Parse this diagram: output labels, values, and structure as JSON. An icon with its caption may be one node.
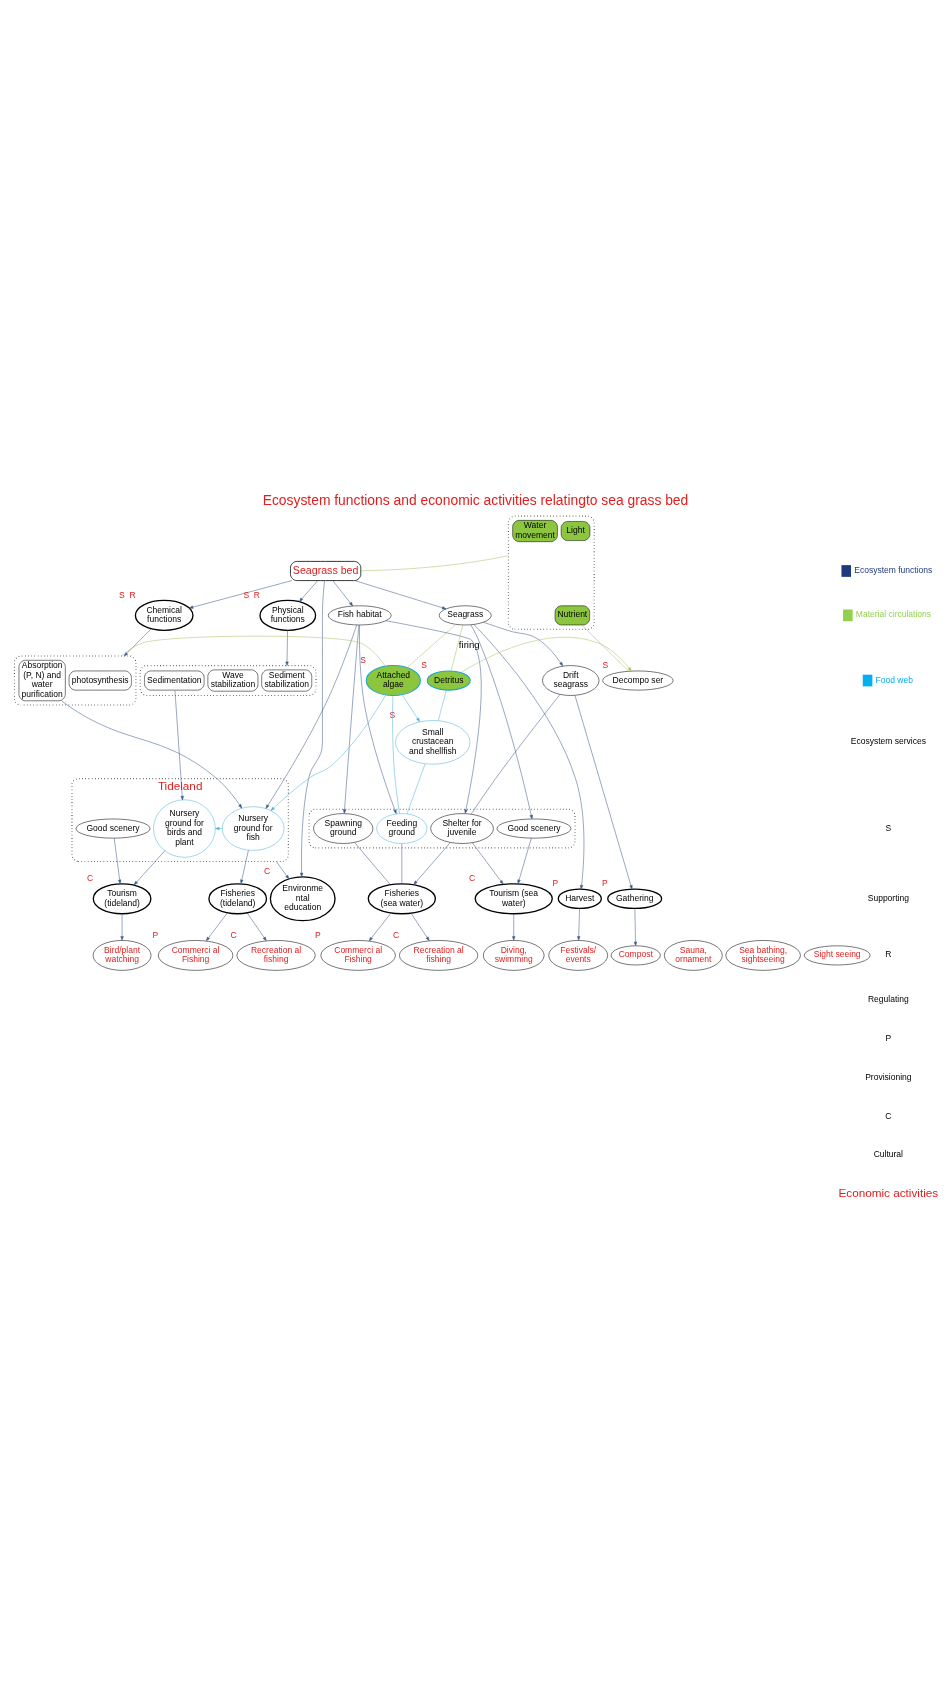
{
  "diagram": {
    "title": "Ecosystem functions and economic activities relatingto sea grass bed",
    "nodes": [
      {
        "text": [
          "Seagrass bed"
        ]
      },
      {
        "text": [
          "Seagrass"
        ]
      },
      {
        "text": [
          "Fish habitat"
        ]
      },
      {
        "text": [
          "Chemical functions"
        ],
        "beside": [
          "S",
          "R"
        ]
      },
      {
        "text": [
          "Physical functions"
        ],
        "beside": [
          "S",
          "R"
        ]
      },
      {
        "text": [],
        "shape": "box"
      },
      {
        "text": [
          "Light"
        ],
        "in": 5
      },
      {
        "text": [
          "Water movement"
        ],
        "in": 5
      },
      {
        "text": [
          "Nutrient"
        ],
        "in": 5
      },
      {
        "text": [
          "Decompo ser"
        ],
        "beside": [
          "S"
        ]
      },
      {
        "text": [
          "Attached algae"
        ],
        "beside": [
          "S"
        ]
      },
      {
        "text": [
          "Detritus"
        ],
        "beside": [
          "S"
        ]
      },
      {
        "text": [
          "Small crustacean and shellfish"
        ],
        "beside": [
          "S"
        ]
      },
      {
        "text": [
          "Drift seagrass"
        ]
      },
      {
        "text": [],
        "shape": "box"
      },
      {
        "text": [
          "photosynthesis"
        ],
        "in": 14
      },
      {
        "text": [
          "Absorption (P, N) and water purification"
        ],
        "in": 14
      },
      {
        "text": [],
        "shape": "box"
      },
      {
        "text": [
          "Sediment stabilization"
        ],
        "in": 17
      },
      {
        "text": [
          "Wave stabilization"
        ],
        "in": 17
      },
      {
        "text": [
          "Sedimentation"
        ],
        "in": 17
      },
      {
        "text": [],
        "shape": "box"
      },
      {
        "text": [
          "Good scenery"
        ],
        "in": 21
      },
      {
        "text": [
          "Spawning ground"
        ],
        "in": 21
      },
      {
        "text": [
          "Feeding ground"
        ],
        "in": 21
      },
      {
        "text": [
          "Shelter for juvenile"
        ],
        "in": 21
      },
      {
        "text": [
          "Tideland"
        ]
      },
      {
        "text": [
          "Nursery ground for fish"
        ],
        "in": 26
      },
      {
        "text": [
          "Nursery ground for birds and plant"
        ],
        "in": 26
      },
      {
        "text": [
          "Good scenery"
        ],
        "in": 26
      },
      {
        "text": [
          "Harvest"
        ],
        "beside": [
          "P"
        ]
      },
      {
        "text": [
          "Gathering"
        ],
        "beside": [
          "P"
        ]
      },
      {
        "text": [
          "Tourism (sea water)"
        ],
        "beside": [
          "C"
        ]
      },
      {
        "text": [
          "Fisheries (sea water)"
        ]
      },
      {
        "text": [
          "Fisheries (tideland)"
        ]
      },
      {
        "text": [
          "Tourism (tideland)"
        ],
        "beside": [
          "C"
        ]
      },
      {
        "text": [
          "Environme ntal education"
        ],
        "beside": [
          "C"
        ]
      },
      {
        "text": [
          "Festivals/ events"
        ]
      },
      {
        "text": [
          "Sauna, ornament"
        ]
      },
      {
        "text": [
          "Compost"
        ]
      },
      {
        "text": [
          "Diving, swimming"
        ]
      },
      {
        "text": [
          "Sea bathing, sightseeing"
        ]
      },
      {
        "text": [
          "Commerci al Fishing"
        ],
        "beside": [
          "P"
        ]
      },
      {
        "text": [
          "Recreation al fishing"
        ],
        "beside": [
          "C"
        ]
      },
      {
        "text": [
          "Commerci al Fishing"
        ],
        "beside": [
          "P"
        ]
      },
      {
        "text": [
          "Recreation al fishing"
        ],
        "beside": [
          "C"
        ]
      },
      {
        "text": [
          "Bird/plant watching"
        ]
      },
      {
        "text": [
          "Sight seeing"
        ]
      }
    ],
    "edges": [
      {
        "from": 0,
        "to": 1,
        "arrow": "to"
      },
      {
        "from": 0,
        "to": 2,
        "arrow": "to"
      },
      {
        "from": 0,
        "to": 3,
        "arrow": "to"
      },
      {
        "from": 0,
        "to": 4,
        "arrow": "to"
      },
      {
        "from": 0,
        "to": 36,
        "arrow": "to"
      },
      {
        "from": 26,
        "to": 36,
        "arrow": "to"
      },
      {
        "from": 5,
        "to": 0,
        "arrow": "none",
        "color": "#a9c26a"
      },
      {
        "from": 8,
        "to": 9,
        "arrow": "none",
        "color": "#a9c26a"
      },
      {
        "from": 3,
        "to": 14,
        "arrow": "to"
      },
      {
        "from": 4,
        "to": 17,
        "arrow": "to"
      },
      {
        "from": 1,
        "to": 10,
        "arrow": "none",
        "color": "#a9c26a"
      },
      {
        "from": 1,
        "to": 11,
        "label": "firing",
        "arrow": "none",
        "color": "#a9c26a"
      },
      {
        "from": 11,
        "to": 9,
        "arrow": "to",
        "color": "#a9c26a"
      },
      {
        "from": 10,
        "to": 14,
        "arrow": "none",
        "color": "#a9c26a"
      },
      {
        "from": 10,
        "to": 12,
        "arrow": "to",
        "color": "#4fb3d9"
      },
      {
        "from": 11,
        "to": 12,
        "arrow": "none",
        "color": "#4fb3d9"
      },
      {
        "from": 12,
        "to": 24,
        "arrow": "none",
        "color": "#4fb3d9"
      },
      {
        "from": 10,
        "to": 24,
        "arrow": "none",
        "color": "#4fb3d9"
      },
      {
        "from": 10,
        "to": 27,
        "arrow": "to",
        "color": "#4fb3d9"
      },
      {
        "from": 27,
        "to": 28,
        "arrow": "to",
        "color": "#4fb3d9"
      },
      {
        "from": 2,
        "to": 23,
        "arrow": "to"
      },
      {
        "from": 2,
        "to": 24,
        "arrow": "to"
      },
      {
        "from": 2,
        "to": 25,
        "arrow": "to"
      },
      {
        "from": 2,
        "to": 27,
        "arrow": "to"
      },
      {
        "from": 1,
        "to": 22,
        "arrow": "to"
      },
      {
        "from": 1,
        "to": 13,
        "arrow": "to"
      },
      {
        "from": 1,
        "to": 30,
        "arrow": "to"
      },
      {
        "from": 13,
        "to": 31,
        "arrow": "to"
      },
      {
        "from": 13,
        "to": 25,
        "arrow": "none"
      },
      {
        "from": 20,
        "to": 28,
        "arrow": "to"
      },
      {
        "from": 16,
        "to": 27,
        "arrow": "to"
      },
      {
        "from": 22,
        "to": 32,
        "arrow": "to"
      },
      {
        "from": 25,
        "to": 32,
        "arrow": "to"
      },
      {
        "from": 23,
        "to": 33,
        "arrow": "none"
      },
      {
        "from": 24,
        "to": 33,
        "arrow": "none"
      },
      {
        "from": 25,
        "to": 33,
        "arrow": "to"
      },
      {
        "from": 27,
        "to": 34,
        "arrow": "to"
      },
      {
        "from": 28,
        "to": 35,
        "arrow": "to"
      },
      {
        "from": 29,
        "to": 35,
        "arrow": "to"
      },
      {
        "from": 30,
        "to": 37,
        "arrow": "to"
      },
      {
        "from": 31,
        "to": 39,
        "arrow": "to"
      },
      {
        "from": 32,
        "to": 40,
        "arrow": "to"
      },
      {
        "from": 33,
        "to": 42,
        "arrow": "to"
      },
      {
        "from": 33,
        "to": 43,
        "arrow": "to"
      },
      {
        "from": 34,
        "to": 44,
        "arrow": "to"
      },
      {
        "from": 34,
        "to": 45,
        "arrow": "to"
      },
      {
        "from": 35,
        "to": 46,
        "arrow": "to"
      }
    ],
    "labels": [
      "Ecosystem services",
      "S",
      "Supporting",
      "R",
      "Regulating",
      "P",
      "Provisioning",
      "C",
      "Cultural",
      "Economic activities"
    ],
    "legend": [
      {
        "text": "Ecosystem functions",
        "color": "#1f3a7a"
      },
      {
        "text": "Material circulations",
        "color": "#92d050"
      },
      {
        "text": "Food web",
        "color": "#00b0f0"
      }
    ]
  }
}
